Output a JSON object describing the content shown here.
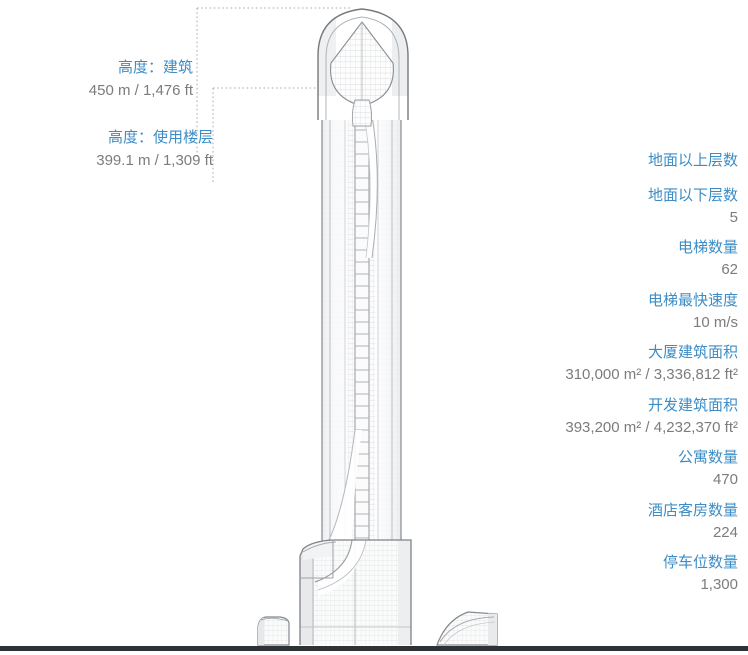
{
  "diagram": {
    "subject": "skyscraper-elevation",
    "accent_color": "#3c8dc5",
    "value_color": "#7c7c7c",
    "ground_color": "#2f3234"
  },
  "callouts": [
    {
      "id": "height-architectural",
      "label": "高度：建筑",
      "value": "450 m / 1,476 ft"
    },
    {
      "id": "height-occupied",
      "label": "高度：使用楼层",
      "value": "399.1 m / 1,309 ft"
    }
  ],
  "stats": [
    {
      "label": "地面以上层数",
      "value": ""
    },
    {
      "label": "地面以下层数",
      "value": "5"
    },
    {
      "label": "电梯数量",
      "value": "62"
    },
    {
      "label": "电梯最快速度",
      "value": "10 m/s"
    },
    {
      "label": "大厦建筑面积",
      "value": "310,000 m² / 3,336,812 ft²"
    },
    {
      "label": "开发建筑面积",
      "value": "393,200 m² / 4,232,370 ft²"
    },
    {
      "label": "公寓数量",
      "value": "470"
    },
    {
      "label": "酒店客房数量",
      "value": "224"
    },
    {
      "label": "停车位数量",
      "value": "1,300"
    }
  ]
}
